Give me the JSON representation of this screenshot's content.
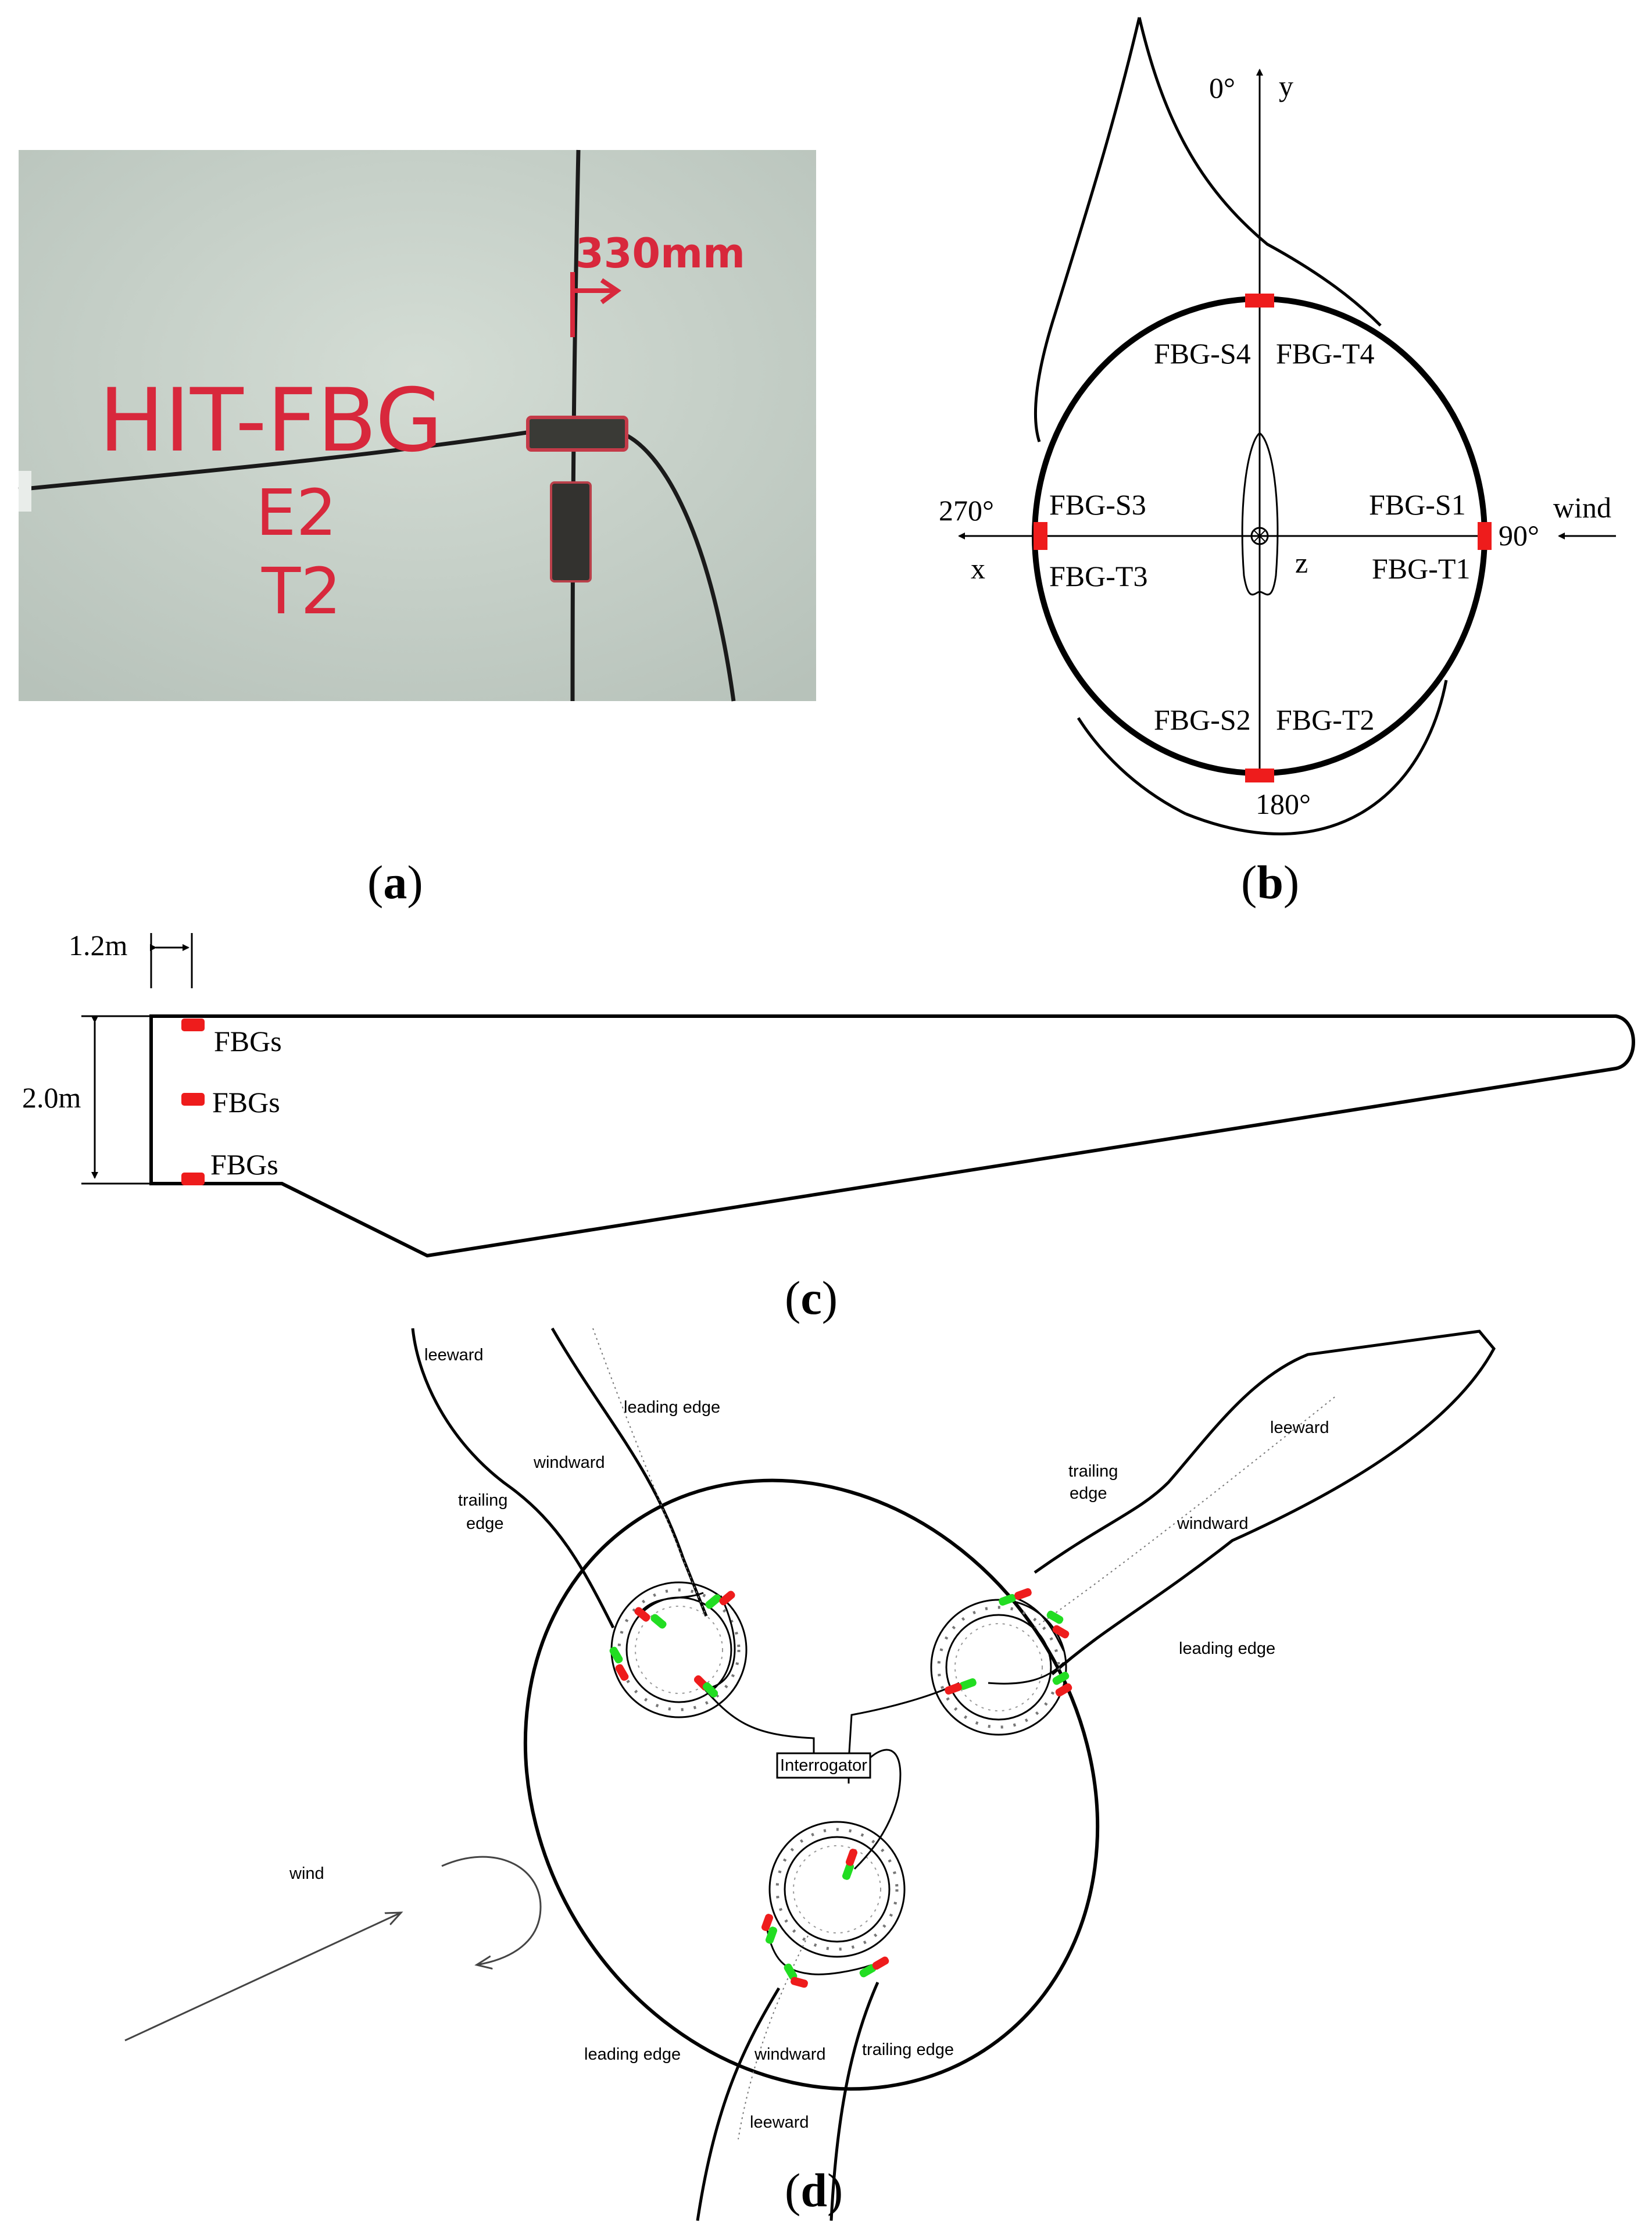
{
  "panel_a": {
    "caption_letter": "a",
    "photo_text": {
      "distance": "330mm",
      "brand": "HIT-FBG",
      "line2": "E2",
      "line3": "T2"
    }
  },
  "panel_b": {
    "caption_letter": "b",
    "angles": {
      "top": "0°",
      "right": "90°",
      "bottom": "180°",
      "left": "270°"
    },
    "axes": {
      "y": "y",
      "x": "x",
      "z": "z"
    },
    "wind": "wind",
    "sensors": {
      "s4": "FBG-S4",
      "t4": "FBG-T4",
      "s3": "FBG-S3",
      "t3": "FBG-T3",
      "s1": "FBG-S1",
      "t1": "FBG-T1",
      "s2": "FBG-S2",
      "t2": "FBG-T2"
    }
  },
  "panel_c": {
    "caption_letter": "c",
    "offset": "1.2m",
    "height": "2.0m",
    "sensor_labels": [
      "FBGs",
      "FBGs",
      "FBGs"
    ]
  },
  "panel_d": {
    "caption_letter": "d",
    "interrogator": "Interrogator",
    "wind": "wind",
    "blade_left": {
      "leeward": "leeward",
      "leading_edge": "leading edge",
      "windward": "windward",
      "trailing_1": "trailing",
      "trailing_2": "edge"
    },
    "blade_right": {
      "trailing_1": "trailing",
      "trailing_2": "edge",
      "leeward": "leeward",
      "windward": "windward",
      "leading_edge": "leading edge"
    },
    "blade_bottom": {
      "leading_edge": "leading edge",
      "windward": "windward",
      "trailing_edge": "trailing edge",
      "leeward": "leeward"
    }
  },
  "colors": {
    "sensor_red": "#ee1c1c",
    "sensor_green": "#22dd22",
    "photo_wall": "#c9d3cc",
    "marker_red": "#d8283c"
  }
}
